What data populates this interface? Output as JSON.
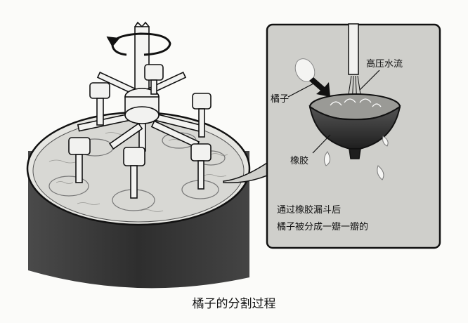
{
  "labels": {
    "high_pressure_water": "高压水流",
    "orange": "橘子",
    "rubber": "橡胶"
  },
  "note_lines": [
    "通过橡胶漏斗后",
    "橘子被分成一瓣一瓣的"
  ],
  "caption": "橘子的分割过程",
  "colors": {
    "ink": "#111111",
    "paper": "#fbfbf9",
    "tank_wall": "#3a3a3a",
    "water": "#d8d8d4",
    "inset_bg": "#cfcfcb"
  }
}
